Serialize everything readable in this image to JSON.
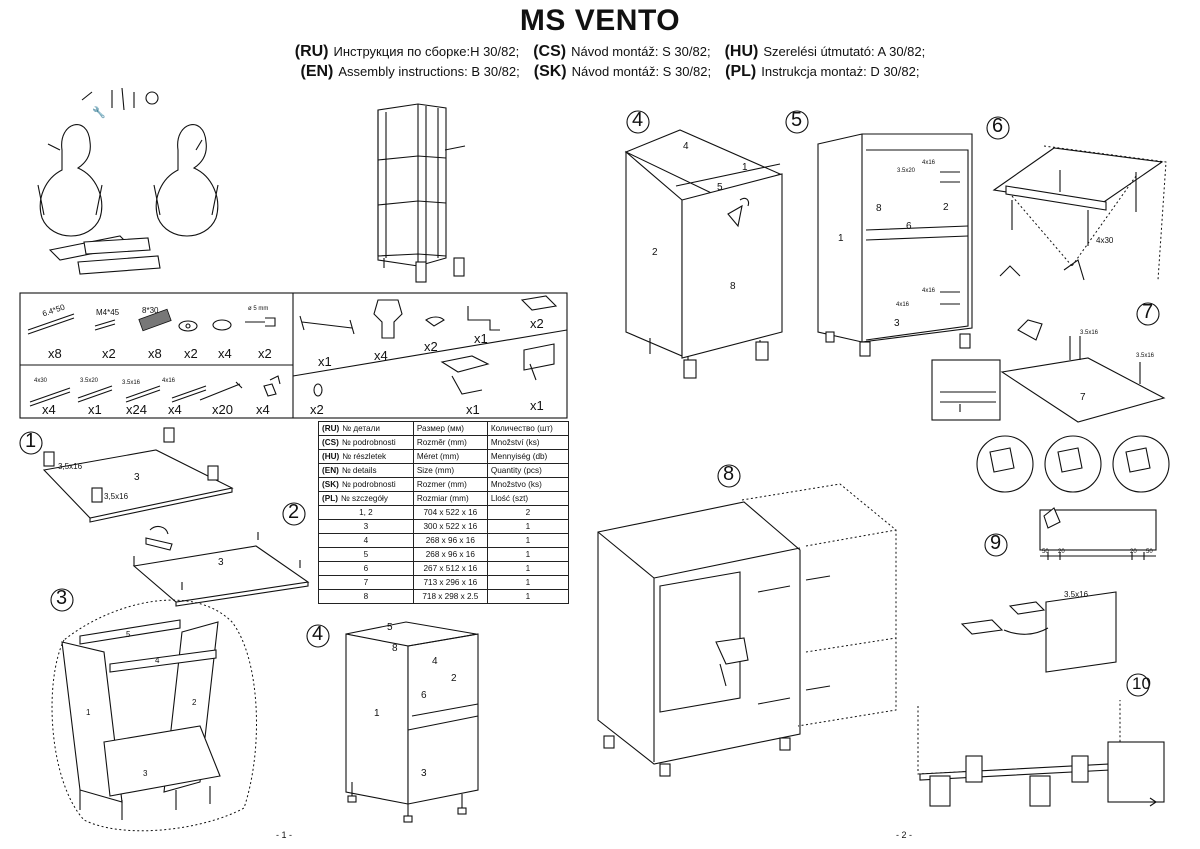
{
  "header": {
    "title": "MS VENTO",
    "languages": [
      [
        {
          "code": "(RU)",
          "text": "Инструкция по сборке:Н 30/82;"
        },
        {
          "code": "(CS)",
          "text": "Návod montáž: S 30/82;"
        },
        {
          "code": "(HU)",
          "text": "Szerelési útmutató: A 30/82;"
        }
      ],
      [
        {
          "code": "(EN)",
          "text": "Assembly instructions: B 30/82;"
        },
        {
          "code": "(SK)",
          "text": "Návod montáž: S 30/82;"
        },
        {
          "code": "(PL)",
          "text": "Instrukcja montaż: D 30/82;"
        }
      ]
    ]
  },
  "hardware": {
    "top_left": [
      {
        "label": "6.4*50",
        "qty": "x8",
        "icon": "screw-icon"
      },
      {
        "label": "M4*45",
        "qty": "x2",
        "icon": "bolt-icon"
      },
      {
        "label": "8*30",
        "qty": "x8",
        "icon": "dowel-icon"
      },
      {
        "label": "",
        "qty": "x2",
        "icon": "washer-icon"
      },
      {
        "label": "",
        "qty": "x4",
        "icon": "cap-icon"
      },
      {
        "label": "ø 5 mm",
        "qty": "x2",
        "icon": "pin-icon"
      }
    ],
    "bottom_left": [
      {
        "label": "4x30",
        "qty": "x4",
        "icon": "screw-icon"
      },
      {
        "label": "3.5x20",
        "qty": "x1",
        "icon": "screw-icon"
      },
      {
        "label": "3.5x16",
        "qty": "x24",
        "icon": "screw-icon"
      },
      {
        "label": "4x16",
        "qty": "x4",
        "icon": "screw-icon"
      },
      {
        "label": "",
        "qty": "x20",
        "icon": "nail-icon"
      },
      {
        "label": "",
        "qty": "x4",
        "icon": "connector-icon"
      }
    ],
    "top_right": [
      {
        "qty": "x1",
        "icon": "handle-icon"
      },
      {
        "qty": "x4",
        "icon": "leg-icon"
      },
      {
        "qty": "x2",
        "icon": "clip-icon"
      },
      {
        "qty": "x1",
        "icon": "hook-icon"
      },
      {
        "qty": "x2",
        "icon": "plate-icon"
      }
    ],
    "bottom_right": [
      {
        "qty": "x2",
        "icon": "bushing-icon"
      },
      {
        "qty": "x1",
        "icon": "hinge-icon"
      },
      {
        "qty": "x1",
        "icon": "hanger-icon"
      }
    ]
  },
  "parts_table": {
    "header_rows": [
      {
        "code": "(RU)",
        "part": "№ детали",
        "size": "Размер  (мм)",
        "qty": "Количество (шт)"
      },
      {
        "code": "(CS)",
        "part": "№ podrobnosti",
        "size": "Rozměr (mm)",
        "qty": "Množství (ks)"
      },
      {
        "code": "(HU)",
        "part": "№ részletek",
        "size": "Méret (mm)",
        "qty": "Mennyiség (db)"
      },
      {
        "code": "(EN)",
        "part": "№ details",
        "size": "Size (mm)",
        "qty": "Quantity  (pcs)"
      },
      {
        "code": "(SK)",
        "part": "№ podrobnosti",
        "size": "Rozmer (mm)",
        "qty": "Množstvo (ks)"
      },
      {
        "code": "(PL)",
        "part": "№ szczegóły",
        "size": "Rozmiar (mm)",
        "qty": "Llość (szt)"
      }
    ],
    "rows": [
      {
        "part": "1, 2",
        "size": "704 x 522 x 16",
        "qty": "2"
      },
      {
        "part": "3",
        "size": "300 x 522 x 16",
        "qty": "1"
      },
      {
        "part": "4",
        "size": "268 x 96 x 16",
        "qty": "1"
      },
      {
        "part": "5",
        "size": "268 x 96 x 16",
        "qty": "1"
      },
      {
        "part": "6",
        "size": "267 x 512 x 16",
        "qty": "1"
      },
      {
        "part": "7",
        "size": "713 x 296 x 16",
        "qty": "1"
      },
      {
        "part": "8",
        "size": "718 x 298 x 2.5",
        "qty": "1"
      }
    ]
  },
  "steps": {
    "s1": {
      "num": "1",
      "screw": "3,5x16",
      "screw2": "3,5x16",
      "panel": "3"
    },
    "s2": {
      "num": "2",
      "panel": "3"
    },
    "s3": {
      "num": "3",
      "p1": "1",
      "p2": "2",
      "p3": "3",
      "p4": "4",
      "p5": "5"
    },
    "s4a": {
      "num": "4",
      "p1": "1",
      "p2": "2",
      "p3": "3",
      "p4": "4",
      "p5": "5",
      "p6": "6",
      "p8": "8"
    },
    "s4b": {
      "num": "4",
      "p1": "1",
      "p2": "2",
      "p4": "4",
      "p5": "5",
      "p8": "8"
    },
    "s5": {
      "num": "5",
      "p1": "1",
      "p2": "2",
      "p3": "3",
      "p6": "6",
      "p8": "8",
      "a": "3.5x20",
      "b": "4x16",
      "c": "4x16",
      "d": "4x16"
    },
    "s6": {
      "num": "6",
      "screw": "4x30"
    },
    "s7": {
      "num": "7",
      "panel": "7",
      "s1": "3.5x16",
      "s2": "3.5x16"
    },
    "s8": {
      "num": "8"
    },
    "s9": {
      "num": "9",
      "d1": "50",
      "d2": "20",
      "d3": "20",
      "d4": "50"
    },
    "s9b": {
      "screw": "3.5x16"
    },
    "s10": {
      "num": "10"
    }
  },
  "footer": {
    "page1": "- 1 -",
    "page2": "- 2 -"
  }
}
